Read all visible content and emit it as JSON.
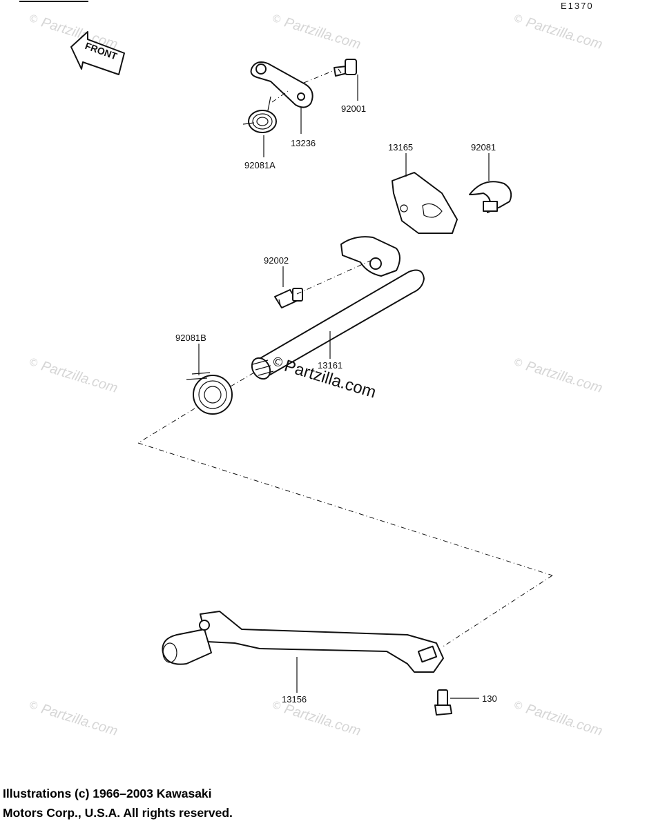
{
  "drawing_code": "E1370",
  "front_arrow": {
    "text": "FRONT"
  },
  "watermark": {
    "text": "Partzilla.com",
    "symbol": "©"
  },
  "parts": [
    {
      "id": "p-92001",
      "number": "92001"
    },
    {
      "id": "p-13236",
      "number": "13236"
    },
    {
      "id": "p-92081A",
      "number": "92081A"
    },
    {
      "id": "p-13165",
      "number": "13165"
    },
    {
      "id": "p-92081",
      "number": "92081"
    },
    {
      "id": "p-92002",
      "number": "92002"
    },
    {
      "id": "p-92081B",
      "number": "92081B"
    },
    {
      "id": "p-13161",
      "number": "13161"
    },
    {
      "id": "p-13156",
      "number": "13156"
    },
    {
      "id": "p-130",
      "number": "130"
    }
  ],
  "copyright": {
    "line1": "Illustrations (c) 1966–2003 Kawasaki",
    "line2": "Motors Corp., U.S.A.  All rights reserved."
  }
}
